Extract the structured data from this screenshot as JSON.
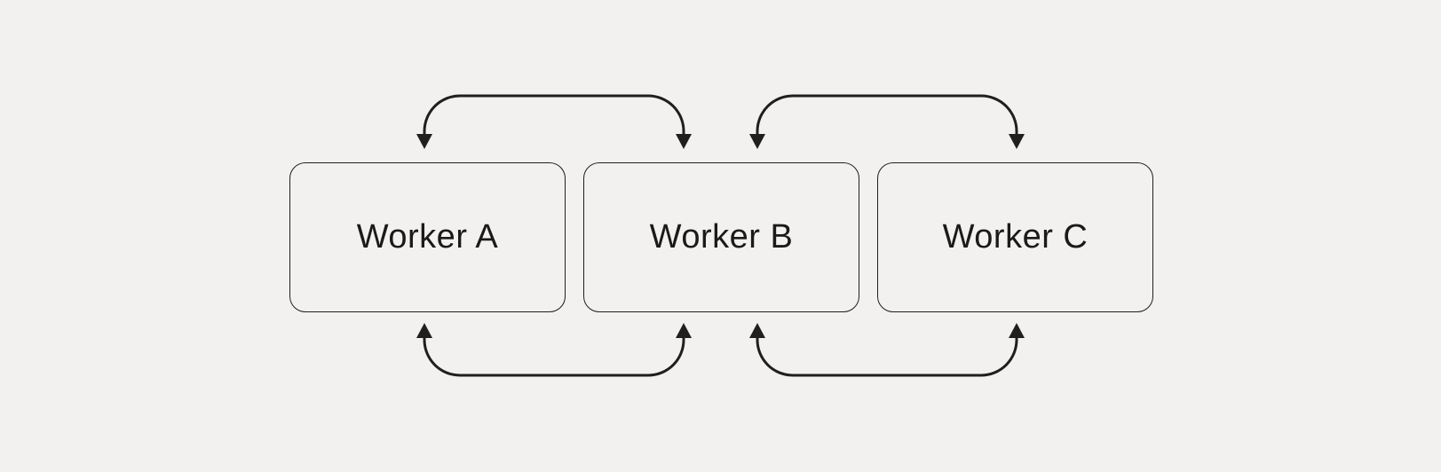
{
  "diagram": {
    "nodes": [
      {
        "id": "worker-a",
        "label": "Worker A"
      },
      {
        "id": "worker-b",
        "label": "Worker B"
      },
      {
        "id": "worker-c",
        "label": "Worker C"
      }
    ],
    "edges": [
      {
        "from": "worker-a",
        "to": "worker-b",
        "direction": "bidirectional",
        "position": "top"
      },
      {
        "from": "worker-b",
        "to": "worker-c",
        "direction": "bidirectional",
        "position": "top"
      },
      {
        "from": "worker-a",
        "to": "worker-b",
        "direction": "bidirectional",
        "position": "bottom"
      },
      {
        "from": "worker-b",
        "to": "worker-c",
        "direction": "bidirectional",
        "position": "bottom"
      }
    ]
  },
  "colors": {
    "background": "#f2f1ef",
    "node_fill": "#f2f1ef",
    "node_border": "#1f1f1f",
    "arrow": "#1f1f1f",
    "text": "#1a1a1a"
  }
}
